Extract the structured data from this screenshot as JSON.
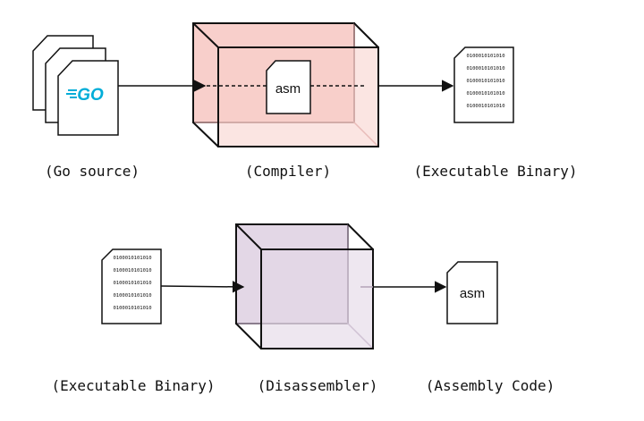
{
  "colors": {
    "compiler_fill": "#f8cfcb",
    "compiler_stroke": "#111111",
    "compiler_inner": "#d4a5a5",
    "disassembler_fill": "#e3d7e6",
    "disassembler_inner": "#b4a3b8",
    "go_logo": "#00add8",
    "stroke": "#111111"
  },
  "top_row": {
    "go_logo_text": "GO",
    "asm_inside_label": "asm",
    "binary_lines": [
      "0100010101010",
      "0100010101010",
      "0100010101010",
      "0100010101010",
      "0100010101010"
    ],
    "caption_source": "(Go source)",
    "caption_compiler": "(Compiler)",
    "caption_binary": "(Executable Binary)"
  },
  "bottom_row": {
    "binary_lines": [
      "0100010101010",
      "0100010101010",
      "0100010101010",
      "0100010101010",
      "0100010101010"
    ],
    "asm_label": "asm",
    "caption_binary": "(Executable Binary)",
    "caption_disassembler": "(Disassembler)",
    "caption_assembly": "(Assembly Code)"
  }
}
